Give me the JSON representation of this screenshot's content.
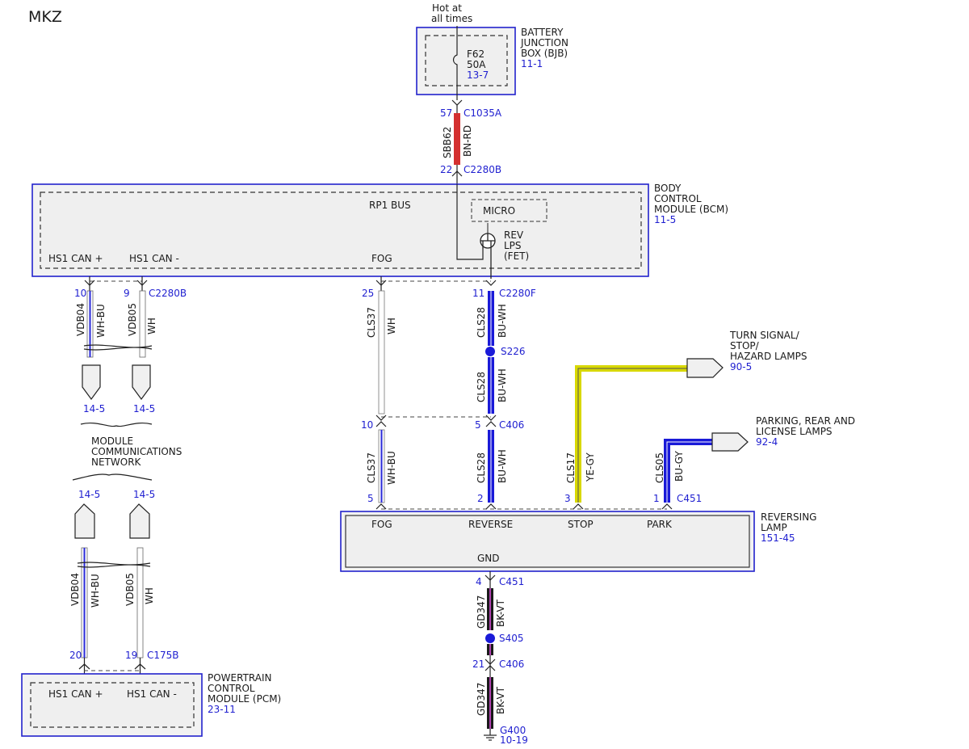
{
  "title": "MKZ",
  "hot": [
    "Hot at",
    "all times"
  ],
  "bjb": {
    "label": [
      "BATTERY",
      "JUNCTION",
      "BOX (BJB)"
    ],
    "ref": "11-1",
    "fuse": [
      "F62",
      "50A"
    ],
    "fuse_ref": "13-7"
  },
  "bcm": {
    "label": [
      "BODY",
      "CONTROL",
      "MODULE (BCM)"
    ],
    "ref": "11-5",
    "bus": "RP1 BUS",
    "micro": "MICRO",
    "rev": [
      "REV",
      "LPS",
      "(FET)"
    ],
    "pins": {
      "can_plus": "HS1 CAN +",
      "can_minus": "HS1 CAN -",
      "fog": "FOG"
    }
  },
  "pcm": {
    "label": [
      "POWERTRAIN",
      "CONTROL",
      "MODULE (PCM)"
    ],
    "ref": "23-11",
    "pins": {
      "can_plus": "HS1 CAN +",
      "can_minus": "HS1 CAN -"
    }
  },
  "lamp": {
    "label": [
      "REVERSING",
      "LAMP"
    ],
    "ref": "151-45",
    "pins": {
      "fog": "FOG",
      "reverse": "REVERSE",
      "stop": "STOP",
      "park": "PARK",
      "gnd": "GND"
    }
  },
  "network": {
    "label": [
      "MODULE",
      "COMMUNICATIONS",
      "NETWORK"
    ],
    "refs": [
      "14-5",
      "14-5",
      "14-5",
      "14-5"
    ]
  },
  "turn": {
    "label": [
      "TURN SIGNAL/",
      "STOP/",
      "HAZARD LAMPS"
    ],
    "ref": "90-5"
  },
  "park": {
    "label": [
      "PARKING, REAR AND",
      "LICENSE LAMPS"
    ],
    "ref": "92-4"
  },
  "connectors": {
    "c1035a": {
      "pin": "57",
      "name": "C1035A"
    },
    "c2280b_top": {
      "pin": "22",
      "name": "C2280B"
    },
    "c2280b_10": "10",
    "c2280b_9": {
      "pin": "9",
      "name": "C2280B"
    },
    "c2280f_25": "25",
    "c2280f_11": {
      "pin": "11",
      "name": "C2280F"
    },
    "c406_10": "10",
    "c406_5": {
      "pin": "5",
      "name": "C406"
    },
    "c451_5": "5",
    "c451_2": "2",
    "c451_3": "3",
    "c451_1": {
      "pin": "1",
      "name": "C451"
    },
    "c451_4": {
      "pin": "4",
      "name": "C451"
    },
    "c406_21": {
      "pin": "21",
      "name": "C406"
    },
    "c175b_20": "20",
    "c175b_19": {
      "pin": "19",
      "name": "C175B"
    }
  },
  "splices": {
    "s226": "S226",
    "s405": "S405"
  },
  "ground": {
    "name": "G400",
    "ref": "10-19"
  },
  "wires": {
    "sbb62": {
      "circuit": "SBB62",
      "color": "BN-RD"
    },
    "vdb04_top": {
      "circuit": "VDB04",
      "color": "WH-BU"
    },
    "vdb05_top": {
      "circuit": "VDB05",
      "color": "WH"
    },
    "cls37_top": {
      "circuit": "CLS37",
      "color": "WH"
    },
    "cls28_a": {
      "circuit": "CLS28",
      "color": "BU-WH"
    },
    "cls28_b": {
      "circuit": "CLS28",
      "color": "BU-WH"
    },
    "cls37_bot": {
      "circuit": "CLS37",
      "color": "WH-BU"
    },
    "cls28_c": {
      "circuit": "CLS28",
      "color": "BU-WH"
    },
    "cls17": {
      "circuit": "CLS17",
      "color": "YE-GY"
    },
    "cls05": {
      "circuit": "CLS05",
      "color": "BU-GY"
    },
    "gd347_a": {
      "circuit": "GD347",
      "color": "BK-VT"
    },
    "gd347_b": {
      "circuit": "GD347",
      "color": "BK-VT"
    },
    "vdb04_bot": {
      "circuit": "VDB04",
      "color": "WH-BU"
    },
    "vdb05_bot": {
      "circuit": "VDB05",
      "color": "WH"
    }
  },
  "colors": {
    "ref_blue": "#1f1fd0",
    "box_blue": "#2222cc",
    "red": "#d43030",
    "blue_wire": "#1a1ad8",
    "yellow": "#e8e800",
    "violet": "#7a2a7a"
  }
}
